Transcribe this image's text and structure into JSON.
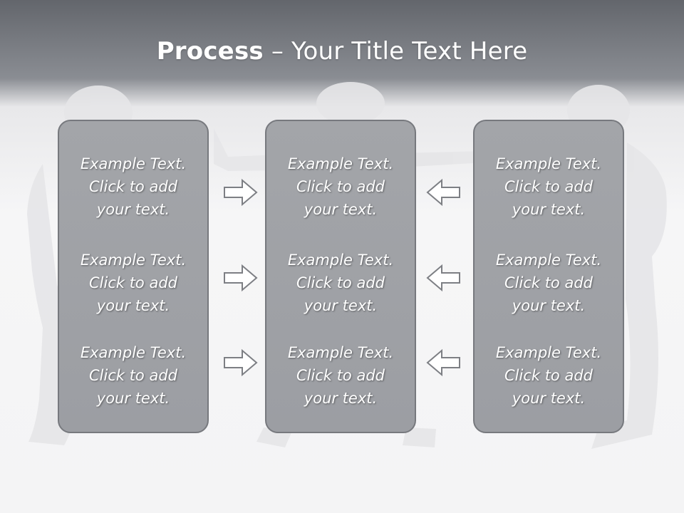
{
  "title": {
    "bold": "Process",
    "rest": " – Your Title Text Here"
  },
  "columns": [
    {
      "items": [
        {
          "line1": "Example Text.",
          "line2": "Click  to add",
          "line3": "your text."
        },
        {
          "line1": "Example Text.",
          "line2": "Click  to add",
          "line3": "your text."
        },
        {
          "line1": "Example Text.",
          "line2": "Click  to add",
          "line3": "your text."
        }
      ]
    },
    {
      "items": [
        {
          "line1": "Example Text.",
          "line2": "Click  to add",
          "line3": "your text."
        },
        {
          "line1": "Example Text.",
          "line2": "Click  to add",
          "line3": "your text."
        },
        {
          "line1": "Example Text.",
          "line2": "Click  to add",
          "line3": "your text."
        }
      ]
    },
    {
      "items": [
        {
          "line1": "Example Text.",
          "line2": "Click  to add",
          "line3": "your text."
        },
        {
          "line1": "Example Text.",
          "line2": "Click  to add",
          "line3": "your text."
        },
        {
          "line1": "Example Text.",
          "line2": "Click  to add",
          "line3": "your text."
        }
      ]
    }
  ],
  "arrows": {
    "left_column": "arrow-right",
    "right_column": "arrow-left"
  },
  "colors": {
    "header_dark": "#63666c",
    "panel_fill": "#a0a2a6",
    "panel_border": "#77797e",
    "text": "#ffffff"
  }
}
